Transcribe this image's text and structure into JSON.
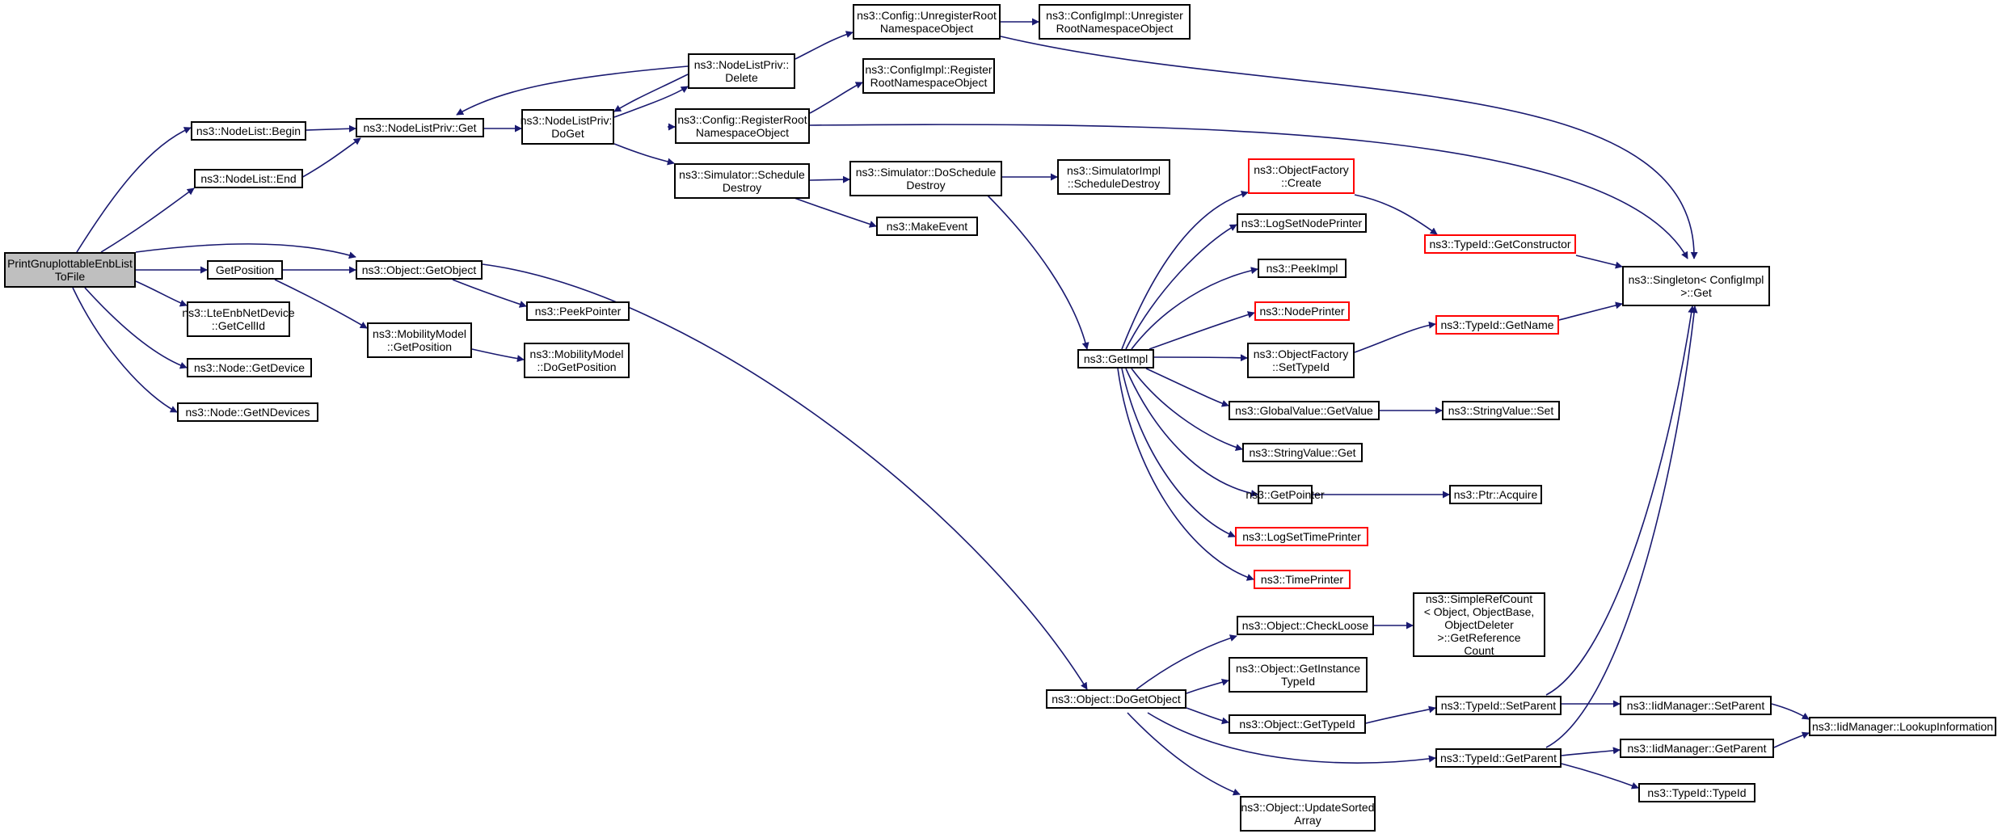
{
  "colors": {
    "edge": "#191970",
    "border": "#000000",
    "incomplete_border": "#ff0000",
    "root_fill": "#bfbfbf",
    "fill": "#ffffff"
  },
  "nodes": {
    "root": "PrintGnuplottableEnbList\nToFile",
    "nodelist_begin": "ns3::NodeList::Begin",
    "nodelist_end": "ns3::NodeList::End",
    "getposition": "GetPosition",
    "lte_getcellid": "ns3::LteEnbNetDevice\n::GetCellId",
    "node_getdevice": "ns3::Node::GetDevice",
    "node_getndevices": "ns3::Node::GetNDevices",
    "nodelistpriv_get": "ns3::NodeListPriv::Get",
    "object_getobject": "ns3::Object::GetObject",
    "mobility_getposition": "ns3::MobilityModel\n::GetPosition",
    "nodelistpriv_doget": "ns3::NodeListPriv::\nDoGet",
    "nodelistpriv_delete": "ns3::NodeListPriv::\nDelete",
    "config_registerroot": "ns3::Config::RegisterRoot\nNamespaceObject",
    "simulator_scheduledestroy": "ns3::Simulator::Schedule\nDestroy",
    "peekpointer": "ns3::PeekPointer",
    "mobility_dogetposition": "ns3::MobilityModel\n::DoGetPosition",
    "config_unregisterroot": "ns3::Config::UnregisterRoot\nNamespaceObject",
    "configimpl_unregister": "ns3::ConfigImpl::Unregister\nRootNamespaceObject",
    "configimpl_register": "ns3::ConfigImpl::Register\nRootNamespaceObject",
    "simulator_doscheduledestroy": "ns3::Simulator::DoSchedule\nDestroy",
    "simulatorimpl_scheduledestroy": "ns3::SimulatorImpl\n::ScheduleDestroy",
    "makeevent": "ns3::MakeEvent",
    "getimpl": "ns3::GetImpl",
    "object_dogetobject": "ns3::Object::DoGetObject",
    "objectfactory_create": "ns3::ObjectFactory\n::Create",
    "logsetnodeprinter": "ns3::LogSetNodePrinter",
    "peekimpl": "ns3::PeekImpl",
    "nodeprinter": "ns3::NodePrinter",
    "objectfactory_settypeid": "ns3::ObjectFactory\n::SetTypeId",
    "globalvalue_getvalue": "ns3::GlobalValue::GetValue",
    "stringvalue_get": "ns3::StringValue::Get",
    "getpointer": "ns3::GetPointer",
    "logsettimeprinter": "ns3::LogSetTimePrinter",
    "timeprinter": "ns3::TimePrinter",
    "object_checkloose": "ns3::Object::CheckLoose",
    "object_getinstancetypeid": "ns3::Object::GetInstance\nTypeId",
    "object_gettypeid": "ns3::Object::GetTypeId",
    "object_updatesortedarray": "ns3::Object::UpdateSorted\nArray",
    "typeid_getconstructor": "ns3::TypeId::GetConstructor",
    "typeid_getname": "ns3::TypeId::GetName",
    "stringvalue_set": "ns3::StringValue::Set",
    "ptr_acquire": "ns3::Ptr::Acquire",
    "simplerefcount": "ns3::SimpleRefCount\n< Object, ObjectBase,\nObjectDeleter >::GetReference\nCount",
    "typeid_setparent": "ns3::TypeId::SetParent",
    "typeid_getparent": "ns3::TypeId::GetParent",
    "singleton_get": "ns3::Singleton< ConfigImpl\n >::Get",
    "iidmanager_setparent": "ns3::IidManager::SetParent",
    "iidmanager_getparent": "ns3::IidManager::GetParent",
    "typeid_typeid": "ns3::TypeId::TypeId",
    "iidmanager_lookupinformation": "ns3::IidManager::LookupInformation"
  }
}
